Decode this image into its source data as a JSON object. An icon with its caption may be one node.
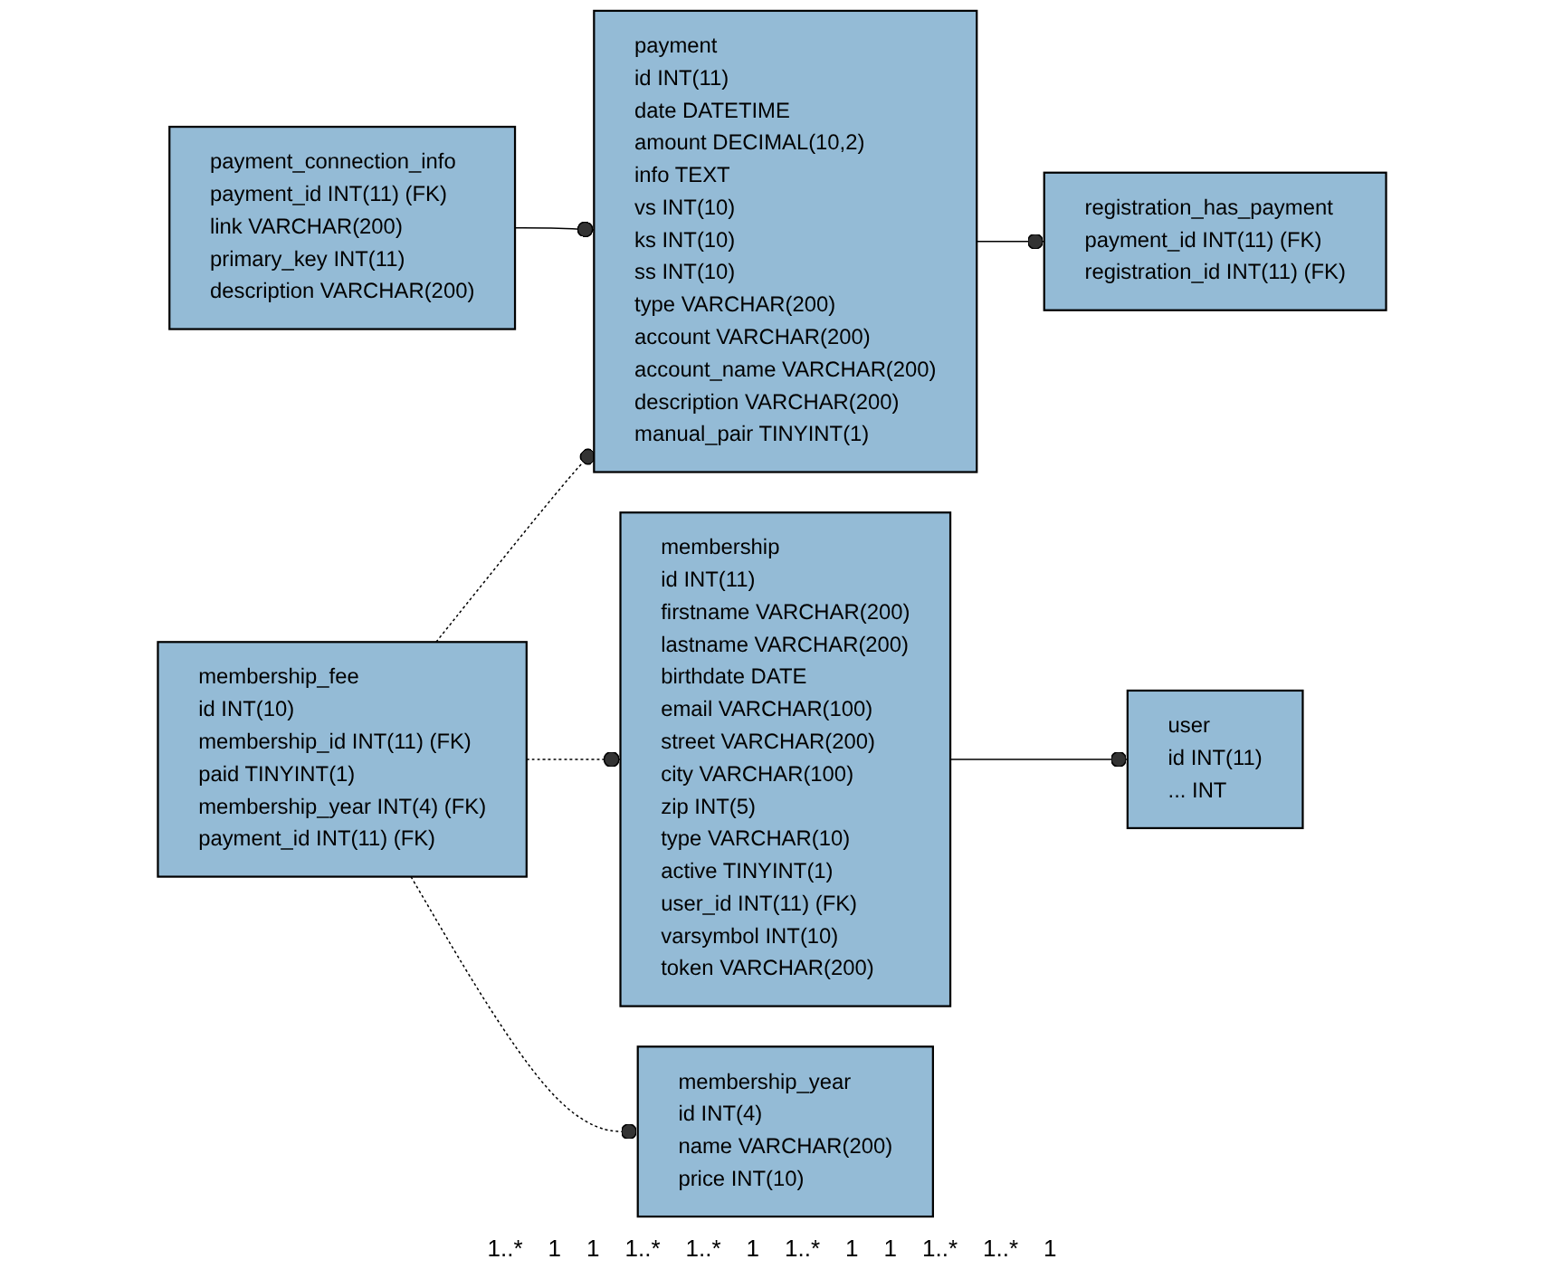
{
  "diagram": {
    "nodes": [
      {
        "text": [
          "membership",
          "id INT(11)",
          "firstname VARCHAR(200)",
          "lastname VARCHAR(200)",
          "birthdate DATE",
          "email VARCHAR(100)",
          "street VARCHAR(200)",
          "city VARCHAR(100)",
          "zip INT(5)",
          "type VARCHAR(10)",
          "active TINYINT(1)",
          "user_id INT(11) (FK)",
          "varsymbol INT(10)",
          "token VARCHAR(200)"
        ]
      },
      {
        "text": [
          "payment_connection_info",
          "payment_id INT(11) (FK)",
          "link VARCHAR(200)",
          "primary_key INT(11)",
          "description VARCHAR(200)"
        ]
      },
      {
        "text": [
          "payment",
          "id INT(11)",
          "date DATETIME",
          "amount DECIMAL(10,2)",
          "info TEXT",
          "vs INT(10)",
          "ks INT(10)",
          "ss INT(10)",
          "type VARCHAR(200)",
          "account VARCHAR(200)",
          "account_name VARCHAR(200)",
          "description VARCHAR(200)",
          "manual_pair TINYINT(1)"
        ]
      },
      {
        "text": [
          "membership_fee",
          "id INT(10)",
          "membership_id INT(11) (FK)",
          "paid TINYINT(1)",
          "membership_year INT(4) (FK)",
          "payment_id INT(11) (FK)"
        ]
      },
      {
        "text": [
          "membership_year",
          "id INT(4)",
          "name VARCHAR(200)",
          "price INT(10)"
        ]
      },
      {
        "text": [
          "registration_has_payment",
          "payment_id INT(11) (FK)",
          "registration_id INT(11) (FK)"
        ]
      },
      {
        "text": [
          "user",
          "id INT(11)",
          "... INT"
        ]
      }
    ],
    "edges": [
      {
        "from": 1,
        "to": 2,
        "arrow": "other"
      },
      {
        "from": 3,
        "to": 0,
        "arrow": "other",
        "style": "dashed"
      },
      {
        "from": 3,
        "to": 2,
        "arrow": "other",
        "style": "dashed"
      },
      {
        "from": 3,
        "to": 4,
        "arrow": "other",
        "style": "dashed"
      },
      {
        "from": 2,
        "to": 5,
        "arrow": "other"
      },
      {
        "from": 0,
        "to": 6,
        "arrow": "other"
      }
    ],
    "labels": [
      "1..*",
      "1",
      "1",
      "1..*",
      "1..*",
      "1",
      "1..*",
      "1",
      "1",
      "1..*",
      "1..*",
      "1"
    ]
  }
}
